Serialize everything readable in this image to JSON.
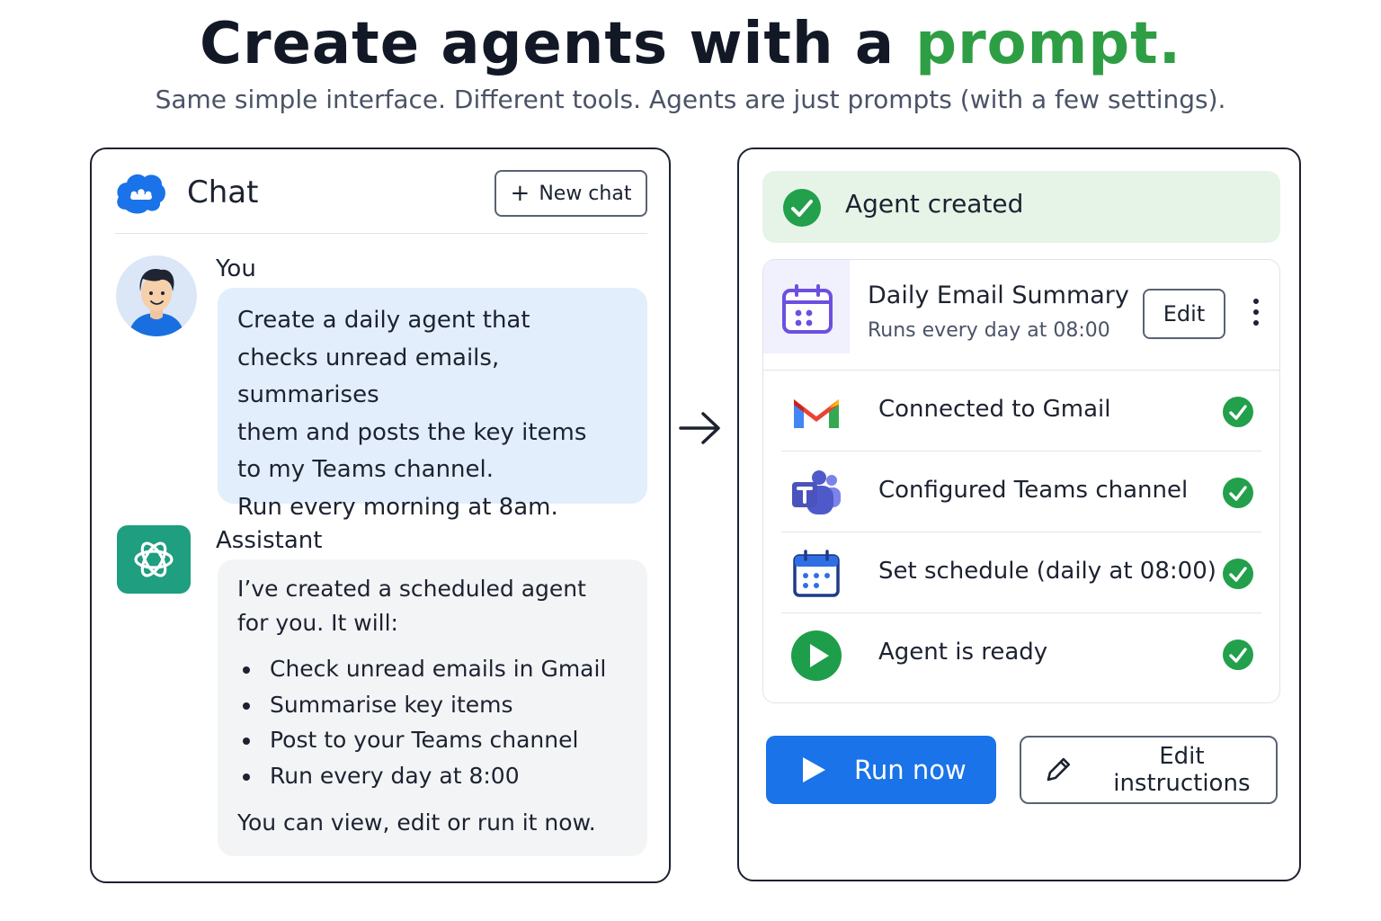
{
  "header": {
    "title": "Create agents with a",
    "title_accent": "prompt.",
    "subtitle": "Same simple interface. Different tools. Agents are just prompts (with a few settings)."
  },
  "chat_panel": {
    "title": "Chat",
    "new_chat_label": "New chat",
    "user_name": "You",
    "user_message_lines": [
      "Create a daily agent that",
      "checks unread emails, summarises",
      "them and posts the key items",
      "to my Teams channel.",
      "Run every morning at 8am."
    ],
    "assistant_name": "Assistant",
    "assistant_intro_lines": [
      "I’ve created a scheduled agent",
      "for you. It will:"
    ],
    "assistant_bullets": [
      "Check unread emails in Gmail",
      "Summarise key items",
      "Post to your Teams channel",
      "Run every day at 8:00"
    ],
    "assistant_outro": "You can view, edit or run it now."
  },
  "agent_panel": {
    "banner": "Agent created",
    "agent_name": "Daily Email Summary",
    "agent_schedule": "Runs every day at 08:00",
    "edit_label": "Edit",
    "steps": [
      {
        "label": "Connected to Gmail",
        "icon": "gmail-icon"
      },
      {
        "label": "Configured Teams channel",
        "icon": "teams-icon"
      },
      {
        "label": "Set schedule (daily at 08:00)",
        "icon": "calendar-icon"
      },
      {
        "label": "Agent is ready",
        "icon": "play-circle-icon"
      }
    ],
    "run_now_label": "Run now",
    "edit_instructions_label": "Edit instructions"
  },
  "colors": {
    "accent_green": "#2e9e44",
    "primary_blue": "#1a73e8",
    "success_green": "#22a04b",
    "user_bubble": "#e3eefc",
    "assistant_bubble": "#f3f4f6",
    "banner_bg": "#e6f4e8"
  }
}
